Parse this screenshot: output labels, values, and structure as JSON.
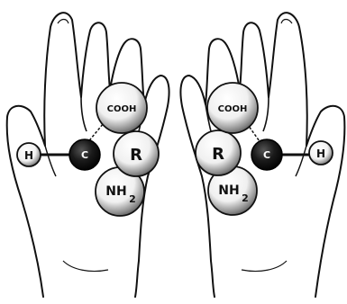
{
  "molecules": {
    "left": {
      "cooh": "COOH",
      "h": "H",
      "c": "C",
      "r": "R",
      "nh": "NH",
      "sub": "2"
    },
    "right": {
      "cooh": "COOH",
      "h": "H",
      "c": "C",
      "r": "R",
      "nh": "NH",
      "sub": "2"
    }
  },
  "colors": {
    "outline": "#111111",
    "background": "#ffffff",
    "carbon": "#111111",
    "group_light": "#ffffff",
    "group_shade": "#6a6a6a"
  }
}
